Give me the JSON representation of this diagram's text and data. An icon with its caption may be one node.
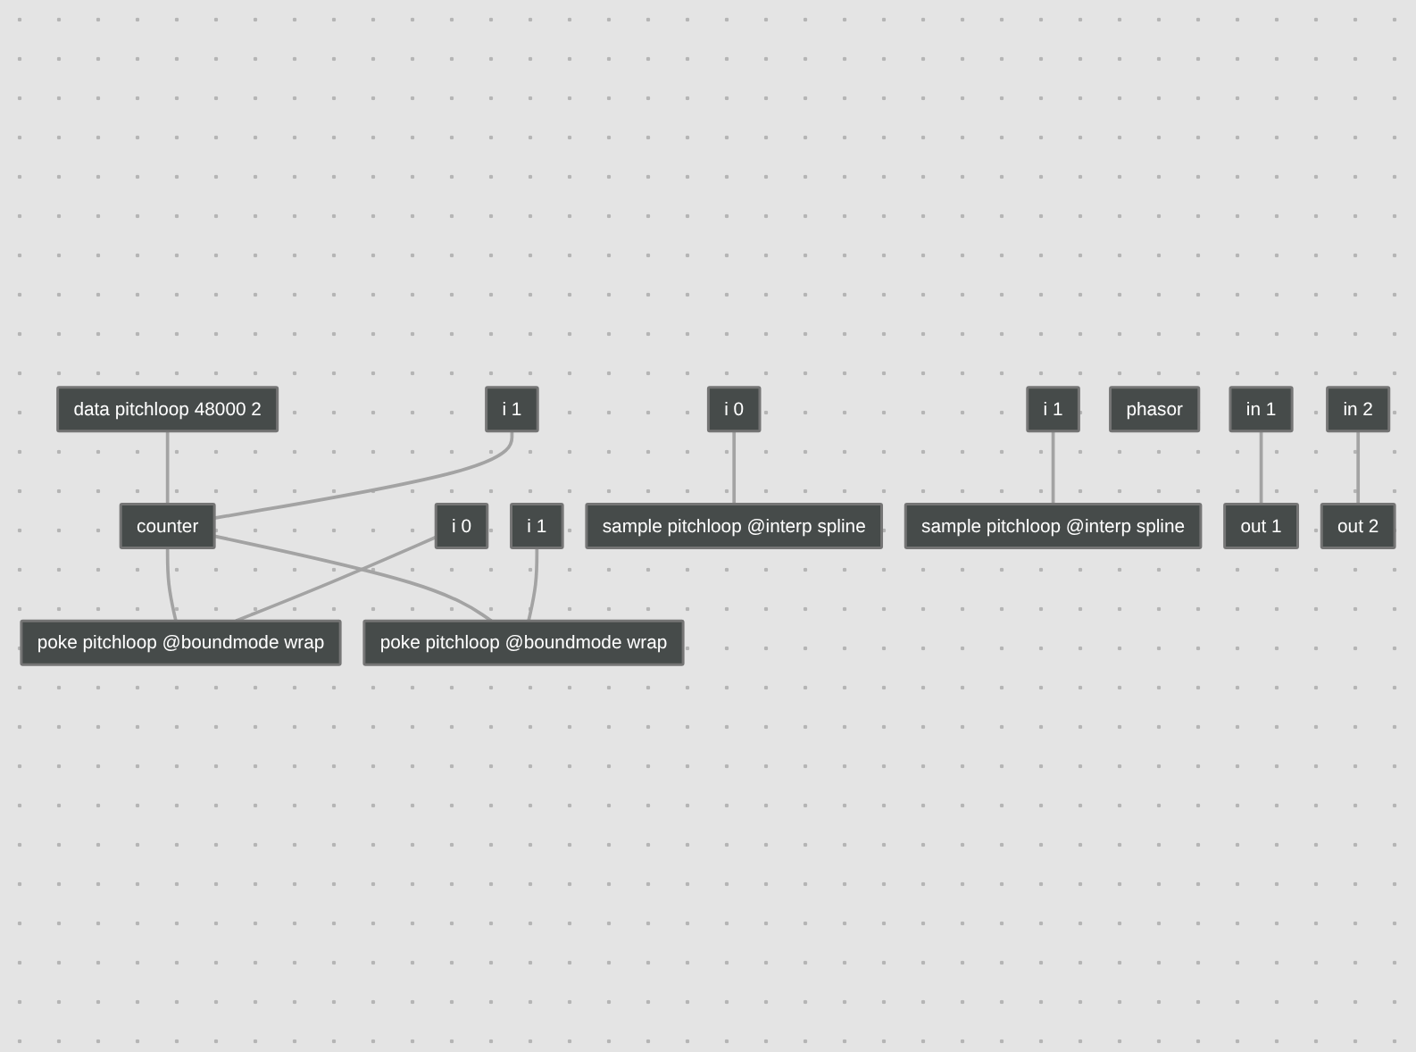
{
  "diagram": {
    "nodes": [
      {
        "text": [
          "data pitchloop 48000 2"
        ]
      },
      {
        "text": [
          "i 1"
        ]
      },
      {
        "text": [
          "counter"
        ]
      },
      {
        "text": [
          "in 1"
        ]
      },
      {
        "text": [
          "i 0"
        ]
      },
      {
        "text": [
          "i 1"
        ]
      },
      {
        "text": [
          "in 2"
        ]
      },
      {
        "text": [
          "poke pitchloop @boundmode wrap"
        ]
      },
      {
        "text": [
          "poke pitchloop @boundmode wrap"
        ]
      },
      {
        "text": [
          "phasor"
        ]
      },
      {
        "text": [
          "i 0"
        ]
      },
      {
        "text": [
          "i 1"
        ]
      },
      {
        "text": [
          "sample pitchloop @interp spline"
        ]
      },
      {
        "text": [
          "sample pitchloop @interp spline"
        ]
      },
      {
        "text": [
          "out 1"
        ]
      },
      {
        "text": [
          "out 2"
        ]
      }
    ],
    "edges": [
      {
        "from": 0,
        "to": 2,
        "arrow": "none"
      },
      {
        "from": 1,
        "to": 2,
        "arrow": "none"
      },
      {
        "from": 2,
        "to": 7,
        "arrow": "none"
      },
      {
        "from": 2,
        "to": 8,
        "arrow": "none"
      },
      {
        "from": 4,
        "to": 7,
        "arrow": "none"
      },
      {
        "from": 5,
        "to": 8,
        "arrow": "none"
      },
      {
        "from": 3,
        "to": 14,
        "arrow": "none"
      },
      {
        "from": 6,
        "to": 15,
        "arrow": "none"
      },
      {
        "from": 10,
        "to": 12,
        "arrow": "none"
      },
      {
        "from": 11,
        "to": 13,
        "arrow": "none"
      }
    ]
  }
}
